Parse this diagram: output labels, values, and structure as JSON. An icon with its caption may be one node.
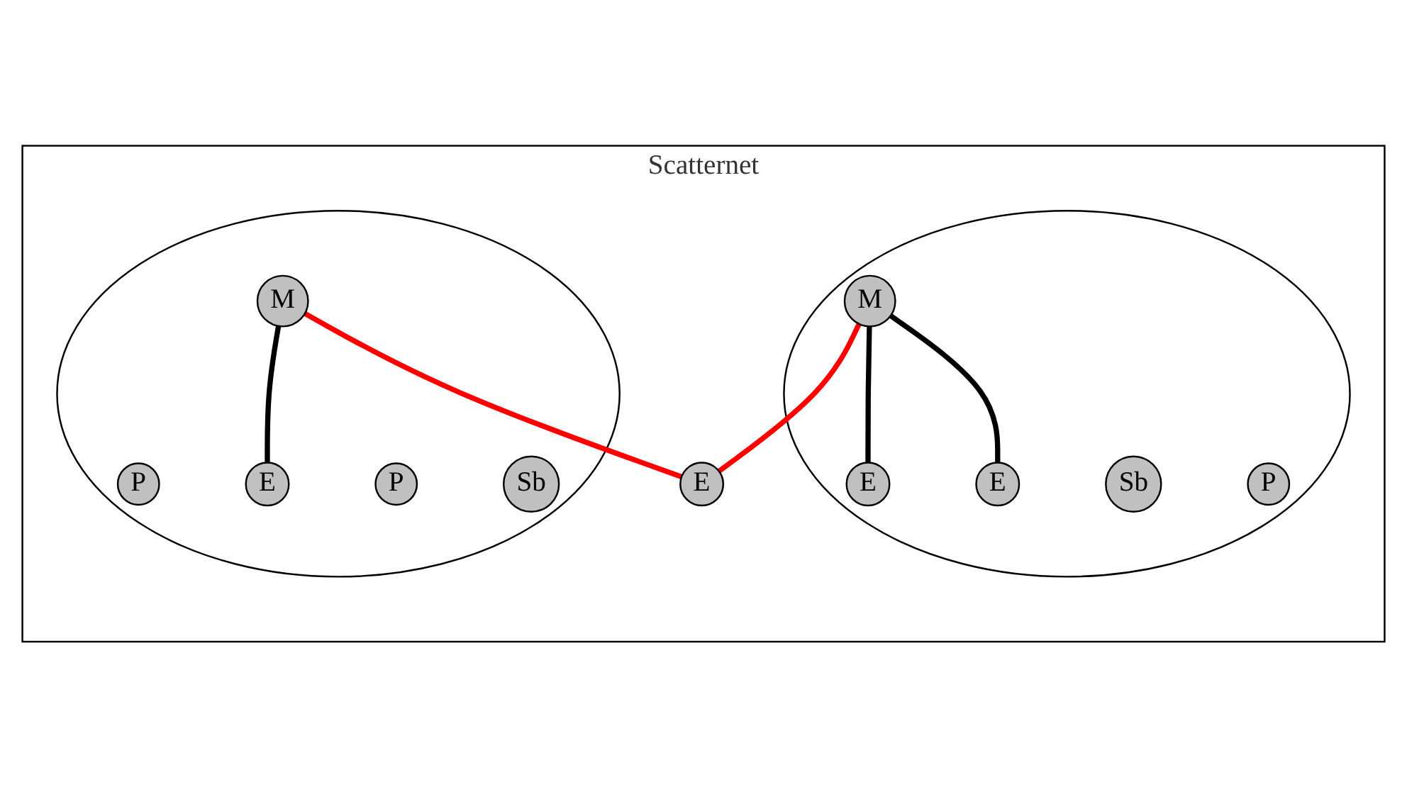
{
  "diagram": {
    "nodes": [
      {
        "text": [
          "Scatternet"
        ]
      },
      {
        "text": [],
        "shape": "circle",
        "in": 0
      },
      {
        "text": [],
        "shape": "circle",
        "in": 0
      },
      {
        "text": [
          "E"
        ],
        "in": 1
      },
      {
        "text": [
          "M"
        ],
        "in": 1
      },
      {
        "text": [
          "Sb"
        ],
        "in": 1
      },
      {
        "text": [
          "E"
        ],
        "in": 1
      },
      {
        "text": [
          "P"
        ],
        "in": 1
      },
      {
        "text": [
          "P"
        ],
        "in": 2
      },
      {
        "text": [
          "P"
        ],
        "in": 2
      },
      {
        "text": [
          "M"
        ],
        "in": 2
      },
      {
        "text": [
          "Sb"
        ],
        "in": 2
      },
      {
        "text": [
          "E"
        ],
        "in": 2
      },
      {
        "text": [
          "E"
        ],
        "in": 0
      }
    ],
    "edges": [
      {
        "from": 4,
        "to": 3,
        "arrow": "none"
      },
      {
        "from": 4,
        "to": 6,
        "arrow": "none"
      },
      {
        "from": 4,
        "to": 13,
        "arrow": "none",
        "color": "#ff0000"
      },
      {
        "from": 10,
        "to": 13,
        "arrow": "none",
        "color": "#ff0000"
      },
      {
        "from": 10,
        "to": 12,
        "arrow": "none"
      }
    ]
  }
}
